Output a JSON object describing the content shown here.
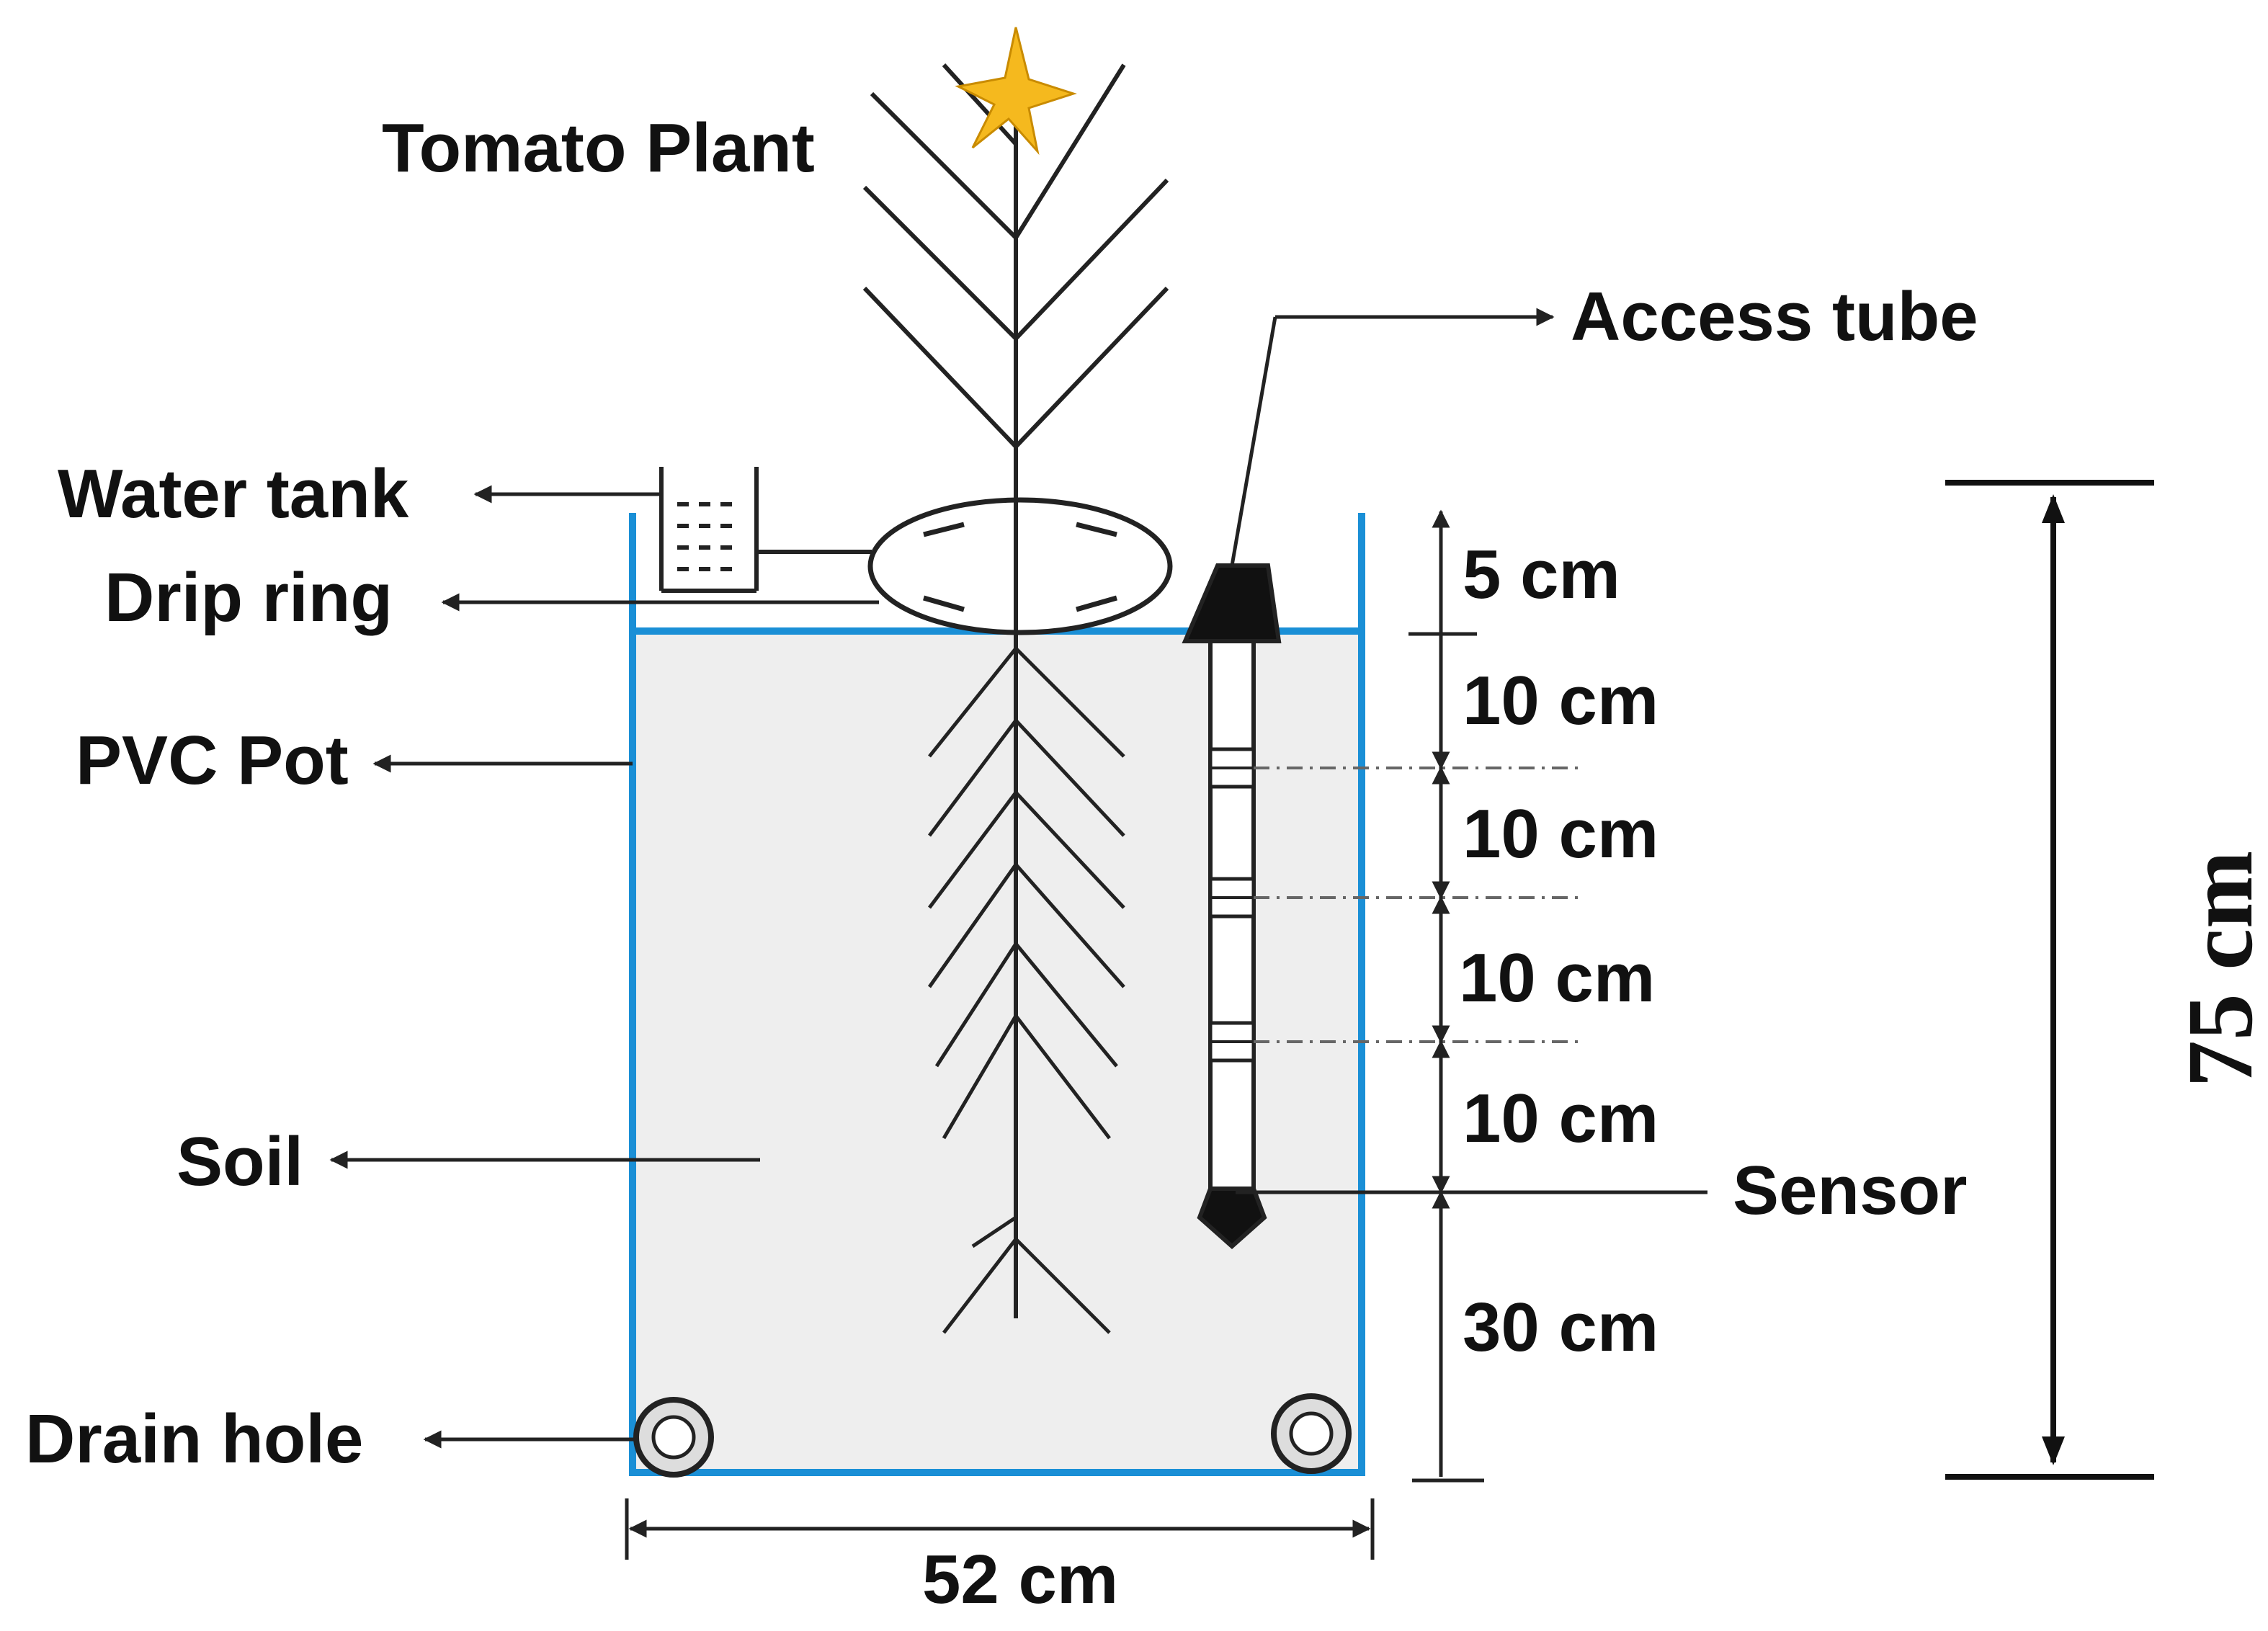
{
  "labels": {
    "tomato_plant": "Tomato Plant",
    "access_tube": "Access tube",
    "water_tank": "Water tank",
    "drip_ring": "Drip ring",
    "pvc_pot": "PVC Pot",
    "soil": "Soil",
    "drain_hole": "Drain hole",
    "sensor": "Sensor"
  },
  "dimensions": {
    "top_gap": "5 cm",
    "segment_1": "10 cm",
    "segment_2": "10 cm",
    "segment_3": "10 cm",
    "segment_4": "10 cm",
    "bottom": "30 cm",
    "total_height": "75 cm",
    "width": "52 cm"
  },
  "colors": {
    "pot_outline": "#1a8fd6",
    "soil_fill": "#eeeeee",
    "flower": "#f5b91e",
    "line": "#222222"
  }
}
